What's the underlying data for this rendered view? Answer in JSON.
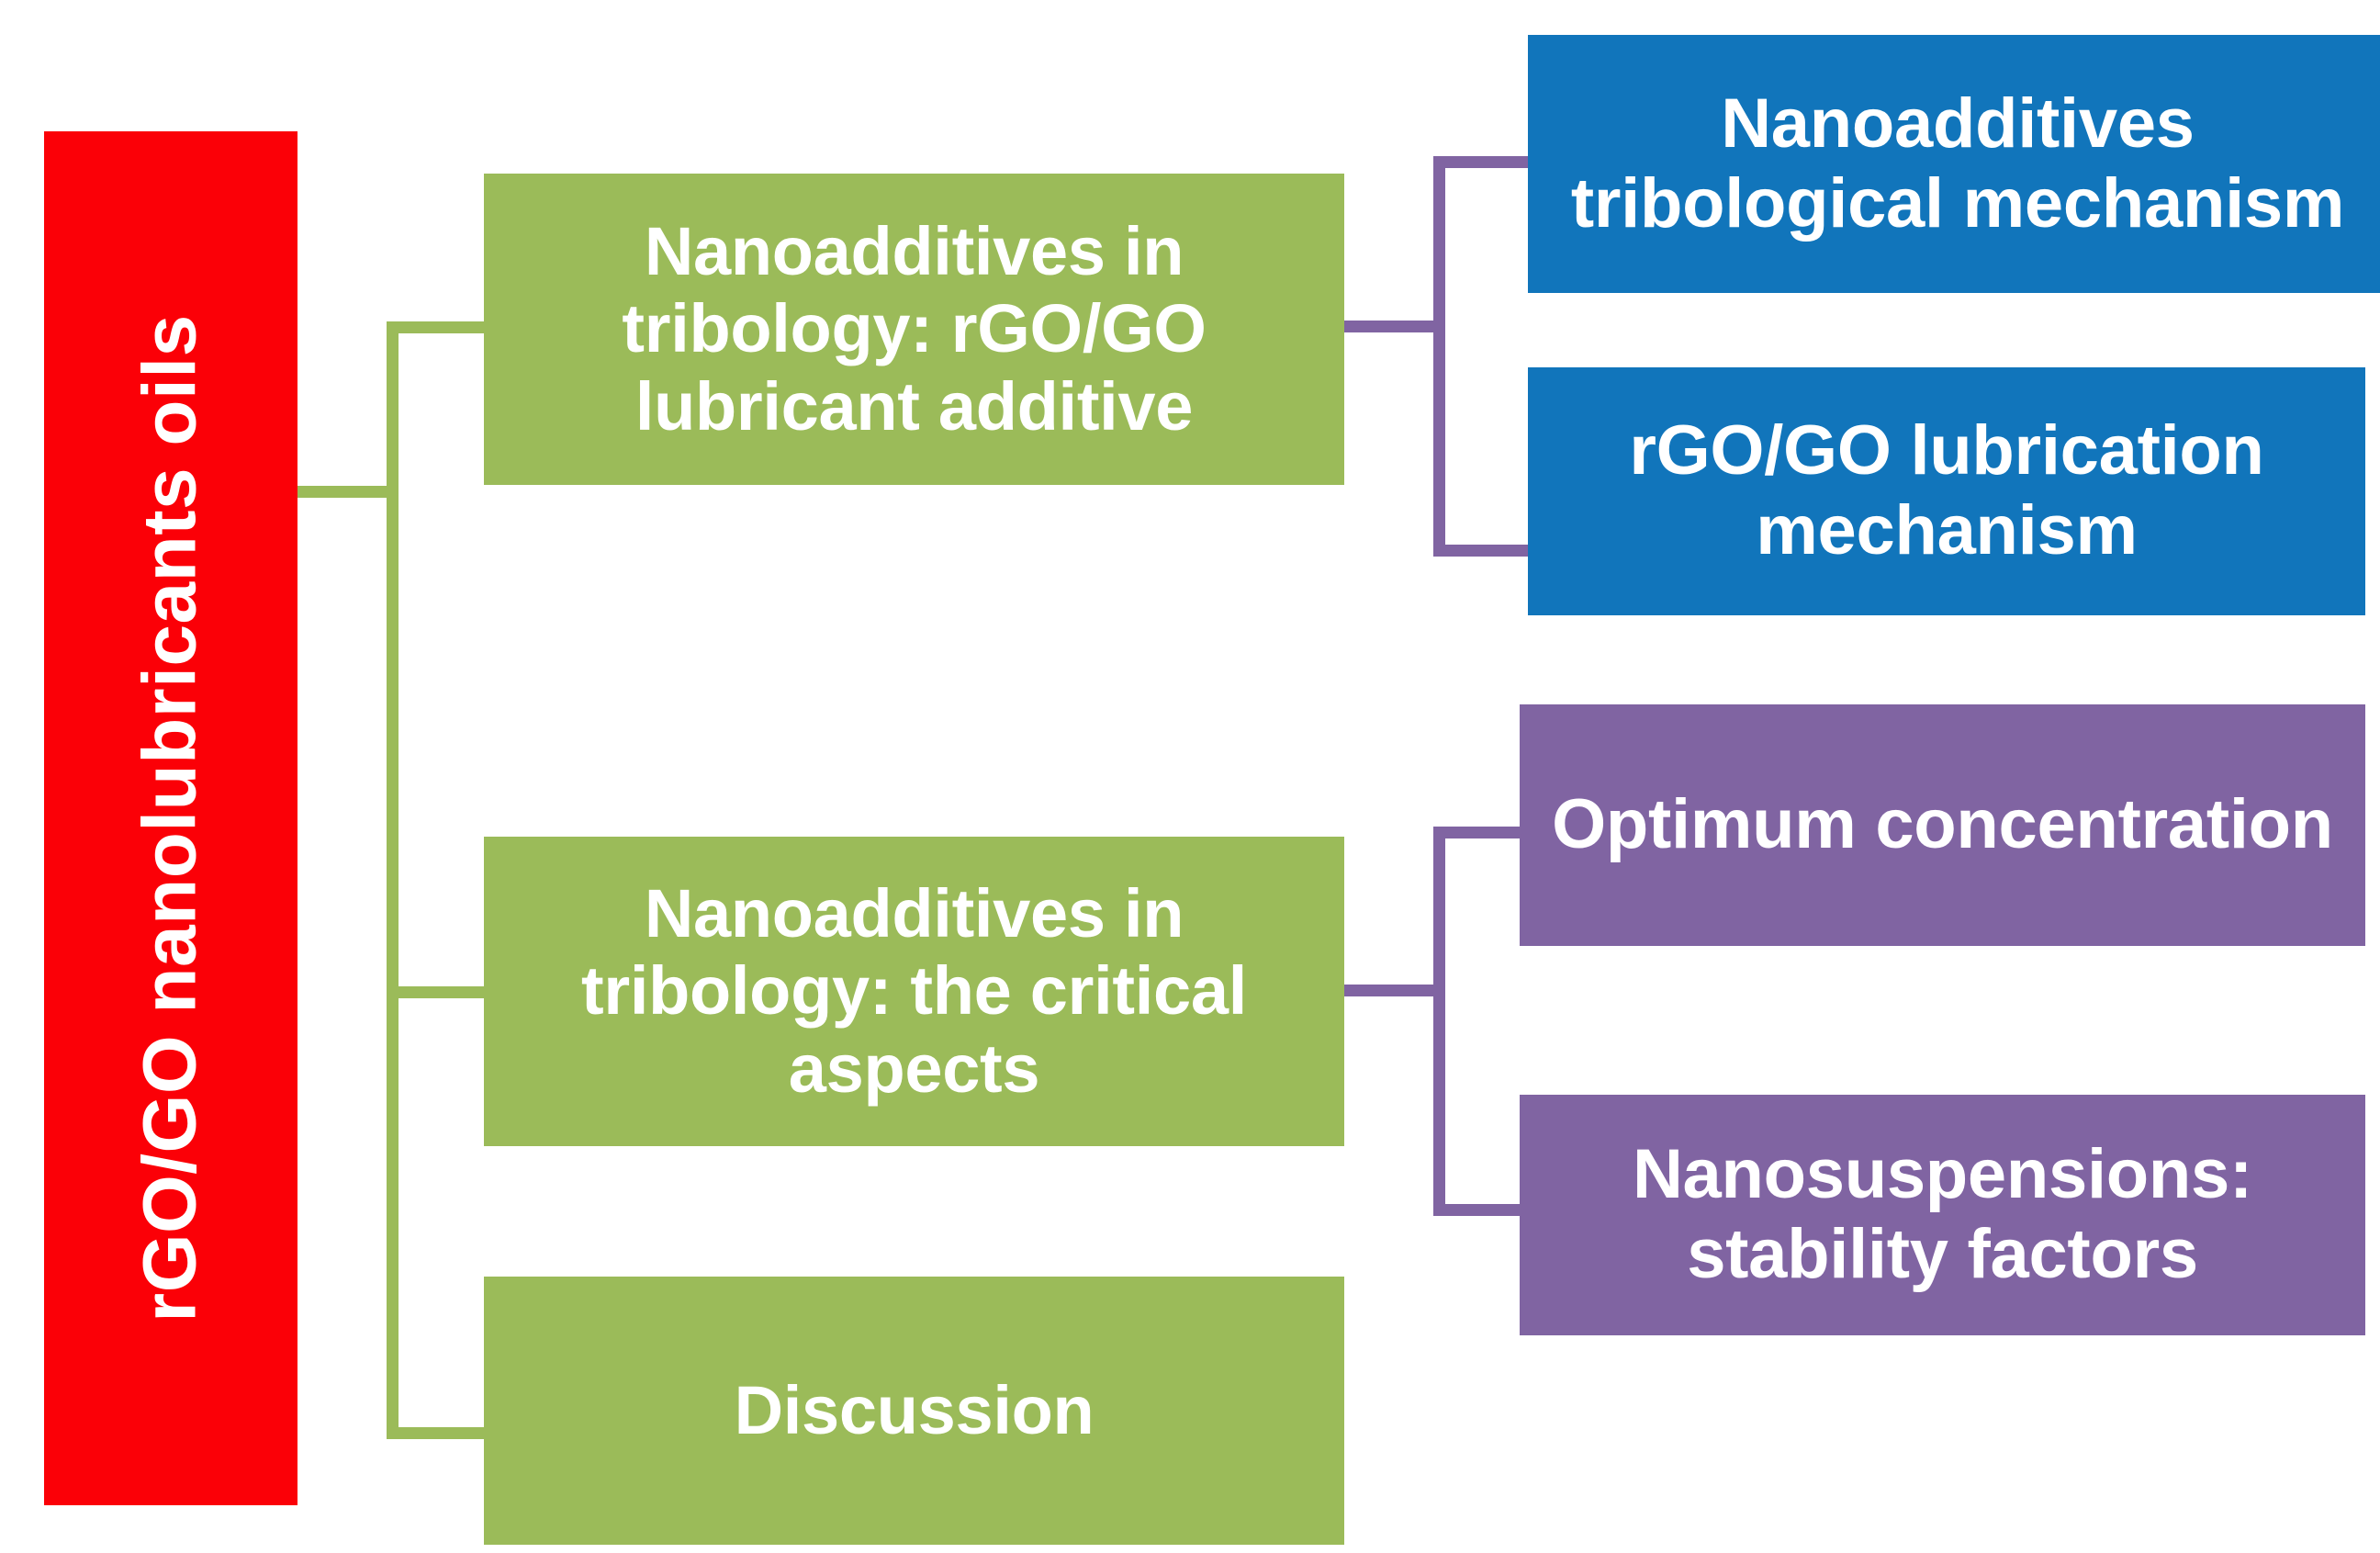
{
  "diagram": {
    "title": "rGO/GO nanolubricants oils review structure",
    "type": "hierarchy-tree",
    "orientation": "left-to-right"
  },
  "colors": {
    "root": "#FB0007",
    "level1": "#9BBB59",
    "branch_blue": "#1175BB",
    "branch_purple": "#8064A2",
    "text": "#FFFFFF",
    "background": "#FFFFFF"
  },
  "root": {
    "label": "rGO/GO nanolubricants oils",
    "rotation": "-90"
  },
  "level1": [
    {
      "id": "g1",
      "label": "Nanoadditives in tribology: rGO/GO lubricant additive"
    },
    {
      "id": "g2",
      "label": "Nanoadditives in tribology: the critical aspects"
    },
    {
      "id": "g3",
      "label": "Discussion"
    }
  ],
  "level2": {
    "g1": [
      {
        "id": "b1",
        "label": "Nanoadditives tribological mechanism",
        "color": "#1175BB"
      },
      {
        "id": "b2",
        "label": "rGO/GO lubrication mechanism",
        "color": "#1175BB"
      }
    ],
    "g2": [
      {
        "id": "p1",
        "label": "Optimum concentration",
        "color": "#8064A2"
      },
      {
        "id": "p2",
        "label": "Nanosuspensions: stability factors",
        "color": "#8064A2"
      }
    ],
    "g3": []
  }
}
